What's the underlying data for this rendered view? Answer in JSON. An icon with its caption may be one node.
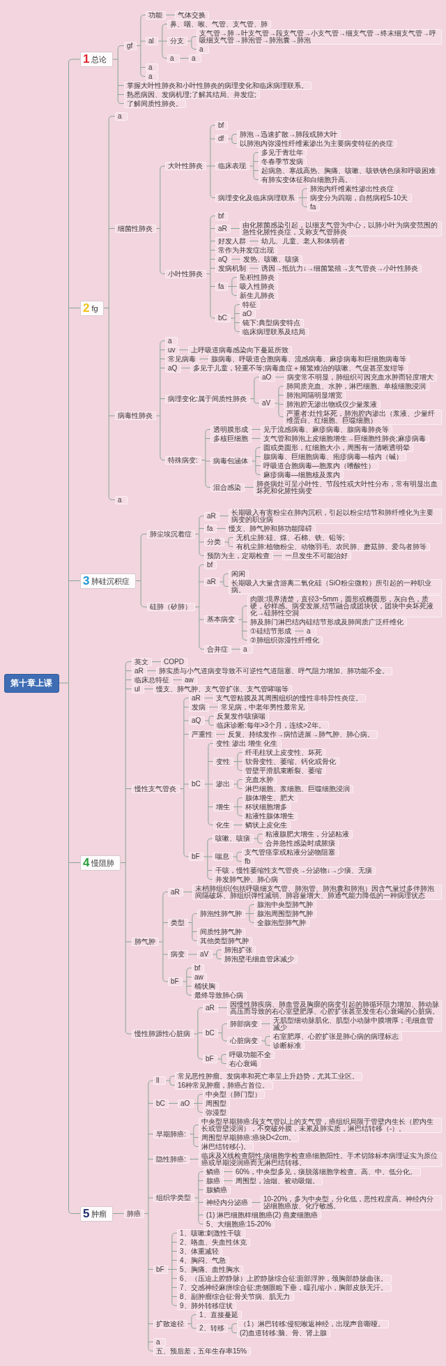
{
  "diagram": {
    "nodes": [
      {
        "text": [
          "第十章上课"
        ]
      },
      {
        "text": [
          "1",
          "总论"
        ]
      },
      {
        "text": [
          "gf"
        ]
      },
      {
        "text": [
          "功能"
        ]
      },
      {
        "text": [
          "气体交换"
        ]
      },
      {
        "text": [
          "al"
        ]
      },
      {
        "text": [
          "鼻、咽、喉、气管、支气管、肺"
        ]
      },
      {
        "text": [
          "分支"
        ]
      },
      {
        "text": [
          "支气管→肺→叶支气管→段支气管→小支气管→细支气管→终末细支气管→呼吸细支气管→肺泡管→肺泡囊→肺泡"
        ]
      },
      {
        "text": [
          "a"
        ]
      },
      {
        "text": [
          "a"
        ]
      },
      {
        "text": [
          "a"
        ]
      },
      {
        "text": [
          "a"
        ]
      },
      {
        "text": [
          "a"
        ]
      },
      {
        "text": [
          "掌握大叶性肺炎和小叶性肺炎的病理变化和临床病理联系。"
        ]
      },
      {
        "text": [
          "熟悉病因、发病机理;了解其结局、并发症;"
        ]
      },
      {
        "text": [
          "了解间质性肺炎。"
        ]
      },
      {
        "text": [
          "2",
          "fg"
        ]
      },
      {
        "text": [
          "a"
        ]
      },
      {
        "text": [
          "细菌性肺炎"
        ]
      },
      {
        "text": [
          "大叶性肺炎"
        ]
      },
      {
        "text": [
          "bf"
        ]
      },
      {
        "text": [
          "df"
        ]
      },
      {
        "text": [
          "肺泡→迅速扩散→肺段或肺大叶"
        ]
      },
      {
        "text": [
          "以肺泡内弥漫性纤维素渗出为主要病变特征的炎症"
        ]
      },
      {
        "text": [
          "临床表现"
        ]
      },
      {
        "text": [
          "多见于青壮年"
        ]
      },
      {
        "text": [
          "冬春季节发病"
        ]
      },
      {
        "text": [
          "起病急、寒战高热、胸痛、咳嗽、咳铁锈色痰和呼吸困难"
        ]
      },
      {
        "text": [
          "有肺实变体征和白细胞升高。"
        ]
      },
      {
        "text": [
          "病理变化及临床病理联系"
        ]
      },
      {
        "text": [
          "肺泡内纤维素性渗出性炎症"
        ]
      },
      {
        "text": [
          "病变分为四期，自然病程5-10天"
        ]
      },
      {
        "text": [
          "fa"
        ]
      },
      {
        "text": [
          "小叶性肺炎"
        ]
      },
      {
        "text": [
          "bf"
        ]
      },
      {
        "text": [
          "aR"
        ]
      },
      {
        "text": [
          "由化脓菌感染引起，以细支气管为中心，以肺小叶为病变范围的急性化脓性炎症，又称支气管肺炎"
        ]
      },
      {
        "text": [
          "好发人群"
        ]
      },
      {
        "text": [
          "幼儿、儿童、老人和体弱者"
        ]
      },
      {
        "text": [
          "常作为并发症出现"
        ]
      },
      {
        "text": [
          "aQ"
        ]
      },
      {
        "text": [
          "发热、咳嗽、咳痰"
        ]
      },
      {
        "text": [
          "发病机制"
        ]
      },
      {
        "text": [
          "诱因→抵抗力↓→细菌繁殖→支气管炎→小叶性肺炎"
        ]
      },
      {
        "text": [
          "fa"
        ]
      },
      {
        "text": [
          "坠积性肺炎"
        ]
      },
      {
        "text": [
          "吸入性肺炎"
        ]
      },
      {
        "text": [
          "新生儿肺炎"
        ]
      },
      {
        "text": [
          "bC"
        ]
      },
      {
        "text": [
          "特征"
        ]
      },
      {
        "text": [
          "aO"
        ]
      },
      {
        "text": [
          "镜下:典型病变特点"
        ]
      },
      {
        "text": [
          "临床病理联系及结局"
        ]
      },
      {
        "text": [
          "病毒性肺炎"
        ]
      },
      {
        "text": [
          "a"
        ]
      },
      {
        "text": [
          "uv"
        ]
      },
      {
        "text": [
          "上呼吸道病毒感染向下蔓延所致"
        ]
      },
      {
        "text": [
          "常见病毒"
        ]
      },
      {
        "text": [
          "腺病毒、呼吸道合胞病毒、流感病毒、麻疹病毒和巨细胞病毒等"
        ]
      },
      {
        "text": [
          "aQ"
        ]
      },
      {
        "text": [
          "多见于儿童，轻重不等;病毒血症＋频繁难治的咳嗽、气促甚至发绀等"
        ]
      },
      {
        "text": [
          "病理变化:属于间质性肺炎"
        ]
      },
      {
        "text": [
          "aO"
        ]
      },
      {
        "text": [
          "病变常不明显，肺组织可因充血水肿而轻度增大"
        ]
      },
      {
        "text": [
          "aV"
        ]
      },
      {
        "text": [
          "肺间质充血、水肿，淋巴细胞、单核细胞浸润"
        ]
      },
      {
        "text": [
          "肺泡间隔明显增宽"
        ]
      },
      {
        "text": [
          "肺泡腔无渗出物或仅少量浆液"
        ]
      },
      {
        "text": [
          "严重者:灶性坏死，肺泡腔内渗出（浆液、少量纤维蛋白、红细胞、巨噬细胞）"
        ]
      },
      {
        "text": [
          "特殊病变:"
        ]
      },
      {
        "text": [
          "透明膜形成"
        ]
      },
      {
        "text": [
          "见于流感病毒、麻疹病毒、腺病毒肺炎等"
        ]
      },
      {
        "text": [
          "多核巨细胞"
        ]
      },
      {
        "text": [
          "支气管和肺泡上皮细胞增生→巨细胞性肺炎;麻疹病毒"
        ]
      },
      {
        "text": [
          "病毒包涵体"
        ]
      },
      {
        "text": [
          "圆或类圆形，红细胞大小，周围有一清晰透明晕"
        ]
      },
      {
        "text": [
          "腺病毒、巨细胞病毒、疱疹病毒—核内（碱）"
        ]
      },
      {
        "text": [
          "呼吸道合胞病毒—胞浆内（嗜酸性）"
        ]
      },
      {
        "text": [
          "麻疹病毒—细胞核及浆内"
        ]
      },
      {
        "text": [
          "混合感染"
        ]
      },
      {
        "text": [
          "肺炎病灶可呈小叶性、节段性或大叶性分布，常有明显出血坏死和化脓性病变"
        ]
      },
      {
        "text": [
          "a"
        ]
      },
      {
        "text": [
          "3",
          "肺硅沉积症"
        ]
      },
      {
        "text": [
          "肺尘埃沉着症"
        ]
      },
      {
        "text": [
          "aR"
        ]
      },
      {
        "text": [
          "长期吸入有害粉尘在肺内沉积，引起以粉尘结节和肺纤维化为主要病变的职业病"
        ]
      },
      {
        "text": [
          "fa"
        ]
      },
      {
        "text": [
          "慢支、肺气肿和肺功能障碍"
        ]
      },
      {
        "text": [
          "分类"
        ]
      },
      {
        "text": [
          "无机尘肺:硅、煤、石棉、铁、铅等;"
        ]
      },
      {
        "text": [
          "有机尘肺:植物粉尘、动物羽毛、农民肺、蘑菇肺、爱鸟者肺等"
        ]
      },
      {
        "text": [
          "预防为主，定期检查"
        ]
      },
      {
        "text": [
          "一旦发生不可能治好"
        ]
      },
      {
        "text": [
          "硅肺（矽肺）"
        ]
      },
      {
        "text": [
          "bf"
        ]
      },
      {
        "text": [
          "aR"
        ]
      },
      {
        "text": [
          "闲闲"
        ]
      },
      {
        "text": [
          "长期吸入大量含游离二氧化硅（SiO粉尘微粒）所引起的一种职业病。"
        ]
      },
      {
        "text": [
          "基本病变"
        ]
      },
      {
        "text": [
          "肉眼:境界清楚，直径3~5mm，圆形或椭圆形，灰白色，质硬，砂样感。病变发展,结节融合成团块状，团块中央坏死液化→硅肺性空洞"
        ]
      },
      {
        "text": [
          "肺及肺门淋巴结内硅结节形成及肺间质广泛纤维化"
        ]
      },
      {
        "text": [
          "①硅结节形成"
        ]
      },
      {
        "text": [
          "a"
        ]
      },
      {
        "text": [
          "②肺组织弥漫性纤维化"
        ]
      },
      {
        "text": [
          "合并症"
        ]
      },
      {
        "text": [
          "a"
        ]
      },
      {
        "text": [
          "4",
          "慢阻肺"
        ]
      },
      {
        "text": [
          "英文"
        ]
      },
      {
        "text": [
          "COPD"
        ]
      },
      {
        "text": [
          "aR"
        ]
      },
      {
        "text": [
          "肺实质与小气道病变导致不可逆性气道阻塞、呼气阻力增加、肺功能不全。"
        ]
      },
      {
        "text": [
          "临床总特征"
        ]
      },
      {
        "text": [
          "aw"
        ]
      },
      {
        "text": [
          "ul"
        ]
      },
      {
        "text": [
          "慢支、肺气肿、支气管扩张、支气管哮喘等"
        ]
      },
      {
        "text": [
          "慢性支气管炎"
        ]
      },
      {
        "text": [
          "aR"
        ]
      },
      {
        "text": [
          "支气管粘膜及其周围组织的慢性非特异性炎症。"
        ]
      },
      {
        "text": [
          "发病"
        ]
      },
      {
        "text": [
          "常见病，中老年男性最常见"
        ]
      },
      {
        "text": [
          "aQ"
        ]
      },
      {
        "text": [
          "反复发作咳痰喘"
        ]
      },
      {
        "text": [
          "临床诊断:每年>3个月，连续>2年。"
        ]
      },
      {
        "text": [
          "严重性"
        ]
      },
      {
        "text": [
          "反复、持续发作→病情进展→肺气肿、肺心病。"
        ]
      },
      {
        "text": [
          "bC"
        ]
      },
      {
        "text": [
          "变性 渗出 增生 化生"
        ]
      },
      {
        "text": [
          "变性"
        ]
      },
      {
        "text": [
          "纤毛柱状上皮变性、坏死"
        ]
      },
      {
        "text": [
          "软骨变性、萎缩、钙化或骨化"
        ]
      },
      {
        "text": [
          "管壁平滑肌束断裂、萎缩"
        ]
      },
      {
        "text": [
          "渗出"
        ]
      },
      {
        "text": [
          "充血水肿"
        ]
      },
      {
        "text": [
          "淋巴细胞、浆细胞、巨噬细胞浸润"
        ]
      },
      {
        "text": [
          "增生"
        ]
      },
      {
        "text": [
          "腺体增生、肥大"
        ]
      },
      {
        "text": [
          "杯状细胞增多"
        ]
      },
      {
        "text": [
          "粘液性腺体增生"
        ]
      },
      {
        "text": [
          "化生"
        ]
      },
      {
        "text": [
          "鳞状上皮化生"
        ]
      },
      {
        "text": [
          "bF"
        ]
      },
      {
        "text": [
          "咳嗽、咳痰"
        ]
      },
      {
        "text": [
          "粘液腺肥大增生，分泌粘液"
        ]
      },
      {
        "text": [
          "合并急性感染时成脓痰"
        ]
      },
      {
        "text": [
          "喘息"
        ]
      },
      {
        "text": [
          "支气管痉挛或粘液分泌物阻塞"
        ]
      },
      {
        "text": [
          "fb"
        ]
      },
      {
        "text": [
          "干咳，慢性萎缩性支气管炎→分泌物↓→少痰、无痰"
        ]
      },
      {
        "text": [
          "并发肺气肿、肺心病"
        ]
      },
      {
        "text": [
          "肺气肿"
        ]
      },
      {
        "text": [
          "aR"
        ]
      },
      {
        "text": [
          "末梢肺组织(包括呼吸细支气管、肺泡管、肺泡囊和肺泡）因含气量过多伴肺泡间隔破坏、肺组织弹性减弱、肺容量增大、肺通气能力降低的一种病理状态"
        ]
      },
      {
        "text": [
          "类型"
        ]
      },
      {
        "text": [
          "肺泡性肺气肿"
        ]
      },
      {
        "text": [
          "腺泡中央型肺气肿"
        ]
      },
      {
        "text": [
          "腺泡周围型肺气肿"
        ]
      },
      {
        "text": [
          "全腺泡型肺气肿"
        ]
      },
      {
        "text": [
          "间质性肺气肿"
        ]
      },
      {
        "text": [
          "其他类型肺气肿"
        ]
      },
      {
        "text": [
          "病变"
        ]
      },
      {
        "text": [
          "aV"
        ]
      },
      {
        "text": [
          "肺泡扩张"
        ]
      },
      {
        "text": [
          "肺泡壁毛细血管床减少"
        ]
      },
      {
        "text": [
          "bF"
        ]
      },
      {
        "text": [
          "bf"
        ]
      },
      {
        "text": [
          "aw"
        ]
      },
      {
        "text": [
          "桶状胸"
        ]
      },
      {
        "text": [
          "最终导致肺心病"
        ]
      },
      {
        "text": [
          "慢性肺源性心脏病"
        ]
      },
      {
        "text": [
          "aR"
        ]
      },
      {
        "text": [
          "因慢性肺疾病、肺血管及胸廓的病变引起的肺循环阻力增加、肺动脉高压而导致的右心室壁肥厚、心腔扩张甚至发生右心衰竭的心脏病。"
        ]
      },
      {
        "text": [
          "bC"
        ]
      },
      {
        "text": [
          "肺部病变"
        ]
      },
      {
        "text": [
          "无肌型细动脉肌化、肌型小动脉中膜增厚；毛细血管减少"
        ]
      },
      {
        "text": [
          "心脏病变"
        ]
      },
      {
        "text": [
          "右室肥厚、心腔扩张是肺心病的病理标志"
        ]
      },
      {
        "text": [
          "诊断标准"
        ]
      },
      {
        "text": [
          "bF"
        ]
      },
      {
        "text": [
          "呼吸功能不全"
        ]
      },
      {
        "text": [
          "右心衰竭"
        ]
      },
      {
        "text": [
          "5",
          "肿瘤"
        ]
      },
      {
        "text": [
          "肺癌"
        ]
      },
      {
        "text": [
          "ll"
        ]
      },
      {
        "text": [
          "常见恶性肿瘤。发病率和死亡率呈上升趋势，尤其工业区。"
        ]
      },
      {
        "text": [
          "16种常见肿瘤，肺癌占首位。"
        ]
      },
      {
        "text": [
          "bC"
        ]
      },
      {
        "text": [
          "aO"
        ]
      },
      {
        "text": [
          "中央型（肺门型）"
        ]
      },
      {
        "text": [
          "周围型"
        ]
      },
      {
        "text": [
          "弥漫型"
        ]
      },
      {
        "text": [
          "早期肺癌:"
        ]
      },
      {
        "text": [
          "中央型早期肺癌:段支气管以上的支气管，癌组织局限于管壁内生长（腔内生长或管壁浸润），不突破外膜，未累及肺实质，淋巴结转移（-）。"
        ]
      },
      {
        "text": [
          "周围型早期肺癌:癌块D<2cm。"
        ]
      },
      {
        "text": [
          "淋巴结转移(-)。"
        ]
      },
      {
        "text": [
          "隐性肺癌:"
        ]
      },
      {
        "text": [
          "临床及X线检查阴性,痰细胞学检查癌细胞阳性。手术切除标本病理证实为原位癌或早期浸润癌而无淋巴结转移。"
        ]
      },
      {
        "text": [
          "组织学类型"
        ]
      },
      {
        "text": [
          "鳞癌"
        ]
      },
      {
        "text": [
          "60%，中央型多见，痰脱落细胞学检查。高、中、低分化。"
        ]
      },
      {
        "text": [
          "腺癌"
        ]
      },
      {
        "text": [
          "周围型，油烟、被动吸烟。"
        ]
      },
      {
        "text": [
          "腺鳞癌"
        ]
      },
      {
        "text": [
          "神经内分泌癌"
        ]
      },
      {
        "text": [
          "10-20%，多为中央型，分化低，恶性程度高。神经内分泌细胞癌放、化疗敏感。"
        ]
      },
      {
        "text": [
          "(1) 淋巴细胞样细胞癌(2) 燕麦细胞癌"
        ]
      },
      {
        "text": [
          "5、大细胞癌:15-20%"
        ]
      },
      {
        "text": [
          "bF"
        ]
      },
      {
        "text": [
          "1、咳嗽:刺激性干咳"
        ]
      },
      {
        "text": [
          "2、咯血、失血性休克"
        ]
      },
      {
        "text": [
          "3、体重减轻"
        ]
      },
      {
        "text": [
          "4、胸闷、气急"
        ]
      },
      {
        "text": [
          "5、胸痛、血性胸水"
        ]
      },
      {
        "text": [
          "6、（压迫上腔静脉）上腔静脉综合征:面部浮肿，颈胸部静脉曲张。"
        ]
      },
      {
        "text": [
          "7、交感神经麻痹综合征:患侧眼睑下垂，瞳孔缩小，胸部皮肤无汗。"
        ]
      },
      {
        "text": [
          "8、副肿瘤综合征:骨关节病、肌无力"
        ]
      },
      {
        "text": [
          "9、肺外转移症状"
        ]
      },
      {
        "text": [
          "扩散途径"
        ]
      },
      {
        "text": [
          "1、直接蔓延"
        ]
      },
      {
        "text": [
          "2、转移"
        ]
      },
      {
        "text": [
          "（1）淋巴转移:侵犯喉返神经，出现声音嘶哑。"
        ]
      },
      {
        "text": [
          "(2)血道转移:脑、骨、肾上腺"
        ]
      },
      {
        "text": [
          "a"
        ]
      },
      {
        "text": [
          "五、预后差，五年生存率15%"
        ]
      }
    ],
    "edges": [
      {
        "from": 0,
        "to": 1,
        "arrow": "none"
      },
      {
        "from": 1,
        "to": 2,
        "arrow": "none"
      },
      {
        "from": 2,
        "to": 3,
        "arrow": "none"
      },
      {
        "from": 3,
        "to": 4,
        "arrow": "none"
      },
      {
        "from": 2,
        "to": 5,
        "arrow": "none"
      },
      {
        "from": 5,
        "to": 6,
        "arrow": "none"
      },
      {
        "from": 5,
        "to": 7,
        "arrow": "none"
      },
      {
        "from": 7,
        "to": 8,
        "arrow": "none"
      },
      {
        "from": 7,
        "to": 9,
        "arrow": "none"
      },
      {
        "from": 5,
        "to": 10,
        "arrow": "none"
      },
      {
        "from": 10,
        "to": 11,
        "arrow": "none"
      },
      {
        "from": 2,
        "to": 12,
        "arrow": "none"
      },
      {
        "from": 2,
        "to": 13,
        "arrow": "none"
      },
      {
        "from": 1,
        "to": 14,
        "arrow": "none"
      },
      {
        "from": 1,
        "to": 15,
        "arrow": "none"
      },
      {
        "from": 1,
        "to": 16,
        "arrow": "none"
      },
      {
        "from": 0,
        "to": 17,
        "arrow": "none"
      },
      {
        "from": 17,
        "to": 18,
        "arrow": "none"
      },
      {
        "from": 17,
        "to": 19,
        "arrow": "none"
      },
      {
        "from": 19,
        "to": 20,
        "arrow": "none"
      },
      {
        "from": 20,
        "to": 21,
        "arrow": "none"
      },
      {
        "from": 20,
        "to": 22,
        "arrow": "none"
      },
      {
        "from": 22,
        "to": 23,
        "arrow": "none"
      },
      {
        "from": 22,
        "to": 24,
        "arrow": "none"
      },
      {
        "from": 20,
        "to": 25,
        "arrow": "none"
      },
      {
        "from": 25,
        "to": 26,
        "arrow": "none"
      },
      {
        "from": 25,
        "to": 27,
        "arrow": "none"
      },
      {
        "from": 25,
        "to": 28,
        "arrow": "none"
      },
      {
        "from": 25,
        "to": 29,
        "arrow": "none"
      },
      {
        "from": 20,
        "to": 30,
        "arrow": "none"
      },
      {
        "from": 30,
        "to": 31,
        "arrow": "none"
      },
      {
        "from": 30,
        "to": 32,
        "arrow": "none"
      },
      {
        "from": 30,
        "to": 33,
        "arrow": "none"
      },
      {
        "from": 19,
        "to": 34,
        "arrow": "none"
      },
      {
        "from": 34,
        "to": 35,
        "arrow": "none"
      },
      {
        "from": 34,
        "to": 36,
        "arrow": "none"
      },
      {
        "from": 36,
        "to": 37,
        "arrow": "none"
      },
      {
        "from": 34,
        "to": 38,
        "arrow": "none"
      },
      {
        "from": 38,
        "to": 39,
        "arrow": "none"
      },
      {
        "from": 34,
        "to": 40,
        "arrow": "none"
      },
      {
        "from": 34,
        "to": 41,
        "arrow": "none"
      },
      {
        "from": 41,
        "to": 42,
        "arrow": "none"
      },
      {
        "from": 34,
        "to": 43,
        "arrow": "none"
      },
      {
        "from": 43,
        "to": 44,
        "arrow": "none"
      },
      {
        "from": 34,
        "to": 45,
        "arrow": "none"
      },
      {
        "from": 45,
        "to": 46,
        "arrow": "none"
      },
      {
        "from": 45,
        "to": 47,
        "arrow": "none"
      },
      {
        "from": 45,
        "to": 48,
        "arrow": "none"
      },
      {
        "from": 34,
        "to": 49,
        "arrow": "none"
      },
      {
        "from": 49,
        "to": 50,
        "arrow": "none"
      },
      {
        "from": 49,
        "to": 51,
        "arrow": "none"
      },
      {
        "from": 49,
        "to": 52,
        "arrow": "none"
      },
      {
        "from": 49,
        "to": 53,
        "arrow": "none"
      },
      {
        "from": 17,
        "to": 54,
        "arrow": "none"
      },
      {
        "from": 54,
        "to": 55,
        "arrow": "none"
      },
      {
        "from": 54,
        "to": 56,
        "arrow": "none"
      },
      {
        "from": 56,
        "to": 57,
        "arrow": "none"
      },
      {
        "from": 54,
        "to": 58,
        "arrow": "none"
      },
      {
        "from": 58,
        "to": 59,
        "arrow": "none"
      },
      {
        "from": 54,
        "to": 60,
        "arrow": "none"
      },
      {
        "from": 60,
        "to": 61,
        "arrow": "none"
      },
      {
        "from": 54,
        "to": 62,
        "arrow": "none"
      },
      {
        "from": 62,
        "to": 63,
        "arrow": "none"
      },
      {
        "from": 63,
        "to": 64,
        "arrow": "none"
      },
      {
        "from": 62,
        "to": 65,
        "arrow": "none"
      },
      {
        "from": 65,
        "to": 66,
        "arrow": "none"
      },
      {
        "from": 65,
        "to": 67,
        "arrow": "none"
      },
      {
        "from": 65,
        "to": 68,
        "arrow": "none"
      },
      {
        "from": 65,
        "to": 69,
        "arrow": "none"
      },
      {
        "from": 54,
        "to": 70,
        "arrow": "none"
      },
      {
        "from": 70,
        "to": 71,
        "arrow": "none"
      },
      {
        "from": 71,
        "to": 72,
        "arrow": "none"
      },
      {
        "from": 70,
        "to": 73,
        "arrow": "none"
      },
      {
        "from": 73,
        "to": 74,
        "arrow": "none"
      },
      {
        "from": 70,
        "to": 75,
        "arrow": "none"
      },
      {
        "from": 75,
        "to": 76,
        "arrow": "none"
      },
      {
        "from": 75,
        "to": 77,
        "arrow": "none"
      },
      {
        "from": 75,
        "to": 78,
        "arrow": "none"
      },
      {
        "from": 75,
        "to": 79,
        "arrow": "none"
      },
      {
        "from": 70,
        "to": 80,
        "arrow": "none"
      },
      {
        "from": 80,
        "to": 81,
        "arrow": "none"
      },
      {
        "from": 17,
        "to": 82,
        "arrow": "none"
      },
      {
        "from": 0,
        "to": 83,
        "arrow": "none"
      },
      {
        "from": 83,
        "to": 84,
        "arrow": "none"
      },
      {
        "from": 84,
        "to": 85,
        "arrow": "none"
      },
      {
        "from": 85,
        "to": 86,
        "arrow": "none"
      },
      {
        "from": 84,
        "to": 87,
        "arrow": "none"
      },
      {
        "from": 87,
        "to": 88,
        "arrow": "none"
      },
      {
        "from": 84,
        "to": 89,
        "arrow": "none"
      },
      {
        "from": 89,
        "to": 90,
        "arrow": "none"
      },
      {
        "from": 89,
        "to": 91,
        "arrow": "none"
      },
      {
        "from": 84,
        "to": 92,
        "arrow": "none"
      },
      {
        "from": 92,
        "to": 93,
        "arrow": "none"
      },
      {
        "from": 83,
        "to": 94,
        "arrow": "none"
      },
      {
        "from": 94,
        "to": 95,
        "arrow": "none"
      },
      {
        "from": 94,
        "to": 96,
        "arrow": "none"
      },
      {
        "from": 96,
        "to": 97,
        "arrow": "none"
      },
      {
        "from": 96,
        "to": 98,
        "arrow": "none"
      },
      {
        "from": 94,
        "to": 99,
        "arrow": "none"
      },
      {
        "from": 99,
        "to": 100,
        "arrow": "none"
      },
      {
        "from": 99,
        "to": 101,
        "arrow": "none"
      },
      {
        "from": 99,
        "to": 102,
        "arrow": "none"
      },
      {
        "from": 102,
        "to": 103,
        "arrow": "none"
      },
      {
        "from": 99,
        "to": 104,
        "arrow": "none"
      },
      {
        "from": 94,
        "to": 105,
        "arrow": "none"
      },
      {
        "from": 105,
        "to": 106,
        "arrow": "none"
      },
      {
        "from": 0,
        "to": 107,
        "arrow": "none"
      },
      {
        "from": 107,
        "to": 108,
        "arrow": "none"
      },
      {
        "from": 108,
        "to": 109,
        "arrow": "none"
      },
      {
        "from": 107,
        "to": 110,
        "arrow": "none"
      },
      {
        "from": 110,
        "to": 111,
        "arrow": "none"
      },
      {
        "from": 107,
        "to": 112,
        "arrow": "none"
      },
      {
        "from": 112,
        "to": 113,
        "arrow": "none"
      },
      {
        "from": 107,
        "to": 114,
        "arrow": "none"
      },
      {
        "from": 114,
        "to": 115,
        "arrow": "none"
      },
      {
        "from": 107,
        "to": 116,
        "arrow": "none"
      },
      {
        "from": 116,
        "to": 117,
        "arrow": "none"
      },
      {
        "from": 117,
        "to": 118,
        "arrow": "none"
      },
      {
        "from": 116,
        "to": 119,
        "arrow": "none"
      },
      {
        "from": 119,
        "to": 120,
        "arrow": "none"
      },
      {
        "from": 116,
        "to": 121,
        "arrow": "none"
      },
      {
        "from": 121,
        "to": 122,
        "arrow": "none"
      },
      {
        "from": 121,
        "to": 123,
        "arrow": "none"
      },
      {
        "from": 116,
        "to": 124,
        "arrow": "none"
      },
      {
        "from": 124,
        "to": 125,
        "arrow": "none"
      },
      {
        "from": 116,
        "to": 126,
        "arrow": "none"
      },
      {
        "from": 126,
        "to": 127,
        "arrow": "none"
      },
      {
        "from": 126,
        "to": 128,
        "arrow": "none"
      },
      {
        "from": 128,
        "to": 129,
        "arrow": "none"
      },
      {
        "from": 128,
        "to": 130,
        "arrow": "none"
      },
      {
        "from": 128,
        "to": 131,
        "arrow": "none"
      },
      {
        "from": 126,
        "to": 132,
        "arrow": "none"
      },
      {
        "from": 132,
        "to": 133,
        "arrow": "none"
      },
      {
        "from": 132,
        "to": 134,
        "arrow": "none"
      },
      {
        "from": 126,
        "to": 135,
        "arrow": "none"
      },
      {
        "from": 135,
        "to": 136,
        "arrow": "none"
      },
      {
        "from": 135,
        "to": 137,
        "arrow": "none"
      },
      {
        "from": 135,
        "to": 138,
        "arrow": "none"
      },
      {
        "from": 126,
        "to": 139,
        "arrow": "none"
      },
      {
        "from": 139,
        "to": 140,
        "arrow": "none"
      },
      {
        "from": 116,
        "to": 141,
        "arrow": "none"
      },
      {
        "from": 141,
        "to": 142,
        "arrow": "none"
      },
      {
        "from": 142,
        "to": 143,
        "arrow": "none"
      },
      {
        "from": 142,
        "to": 144,
        "arrow": "none"
      },
      {
        "from": 141,
        "to": 145,
        "arrow": "none"
      },
      {
        "from": 145,
        "to": 146,
        "arrow": "none"
      },
      {
        "from": 145,
        "to": 147,
        "arrow": "none"
      },
      {
        "from": 141,
        "to": 148,
        "arrow": "none"
      },
      {
        "from": 141,
        "to": 149,
        "arrow": "none"
      },
      {
        "from": 107,
        "to": 150,
        "arrow": "none"
      },
      {
        "from": 150,
        "to": 151,
        "arrow": "none"
      },
      {
        "from": 151,
        "to": 152,
        "arrow": "none"
      },
      {
        "from": 150,
        "to": 153,
        "arrow": "none"
      },
      {
        "from": 153,
        "to": 154,
        "arrow": "none"
      },
      {
        "from": 154,
        "to": 155,
        "arrow": "none"
      },
      {
        "from": 154,
        "to": 156,
        "arrow": "none"
      },
      {
        "from": 154,
        "to": 157,
        "arrow": "none"
      },
      {
        "from": 153,
        "to": 158,
        "arrow": "none"
      },
      {
        "from": 153,
        "to": 159,
        "arrow": "none"
      },
      {
        "from": 150,
        "to": 160,
        "arrow": "none"
      },
      {
        "from": 160,
        "to": 161,
        "arrow": "none"
      },
      {
        "from": 161,
        "to": 162,
        "arrow": "none"
      },
      {
        "from": 161,
        "to": 163,
        "arrow": "none"
      },
      {
        "from": 150,
        "to": 164,
        "arrow": "none"
      },
      {
        "from": 164,
        "to": 165,
        "arrow": "none"
      },
      {
        "from": 164,
        "to": 166,
        "arrow": "none"
      },
      {
        "from": 164,
        "to": 167,
        "arrow": "none"
      },
      {
        "from": 164,
        "to": 168,
        "arrow": "none"
      },
      {
        "from": 107,
        "to": 169,
        "arrow": "none"
      },
      {
        "from": 169,
        "to": 170,
        "arrow": "none"
      },
      {
        "from": 170,
        "to": 171,
        "arrow": "none"
      },
      {
        "from": 169,
        "to": 172,
        "arrow": "none"
      },
      {
        "from": 172,
        "to": 173,
        "arrow": "none"
      },
      {
        "from": 173,
        "to": 174,
        "arrow": "none"
      },
      {
        "from": 172,
        "to": 175,
        "arrow": "none"
      },
      {
        "from": 175,
        "to": 176,
        "arrow": "none"
      },
      {
        "from": 175,
        "to": 177,
        "arrow": "none"
      },
      {
        "from": 169,
        "to": 178,
        "arrow": "none"
      },
      {
        "from": 178,
        "to": 179,
        "arrow": "none"
      },
      {
        "from": 178,
        "to": 180,
        "arrow": "none"
      },
      {
        "from": 0,
        "to": 181,
        "arrow": "none"
      },
      {
        "from": 181,
        "to": 182,
        "arrow": "none"
      },
      {
        "from": 182,
        "to": 183,
        "arrow": "none"
      },
      {
        "from": 183,
        "to": 184,
        "arrow": "none"
      },
      {
        "from": 183,
        "to": 185,
        "arrow": "none"
      },
      {
        "from": 182,
        "to": 186,
        "arrow": "none"
      },
      {
        "from": 186,
        "to": 187,
        "arrow": "none"
      },
      {
        "from": 187,
        "to": 188,
        "arrow": "none"
      },
      {
        "from": 187,
        "to": 189,
        "arrow": "none"
      },
      {
        "from": 187,
        "to": 190,
        "arrow": "none"
      },
      {
        "from": 182,
        "to": 191,
        "arrow": "none"
      },
      {
        "from": 191,
        "to": 192,
        "arrow": "none"
      },
      {
        "from": 191,
        "to": 193,
        "arrow": "none"
      },
      {
        "from": 191,
        "to": 194,
        "arrow": "none"
      },
      {
        "from": 182,
        "to": 195,
        "arrow": "none"
      },
      {
        "from": 195,
        "to": 196,
        "arrow": "none"
      },
      {
        "from": 182,
        "to": 197,
        "arrow": "none"
      },
      {
        "from": 197,
        "to": 198,
        "arrow": "none"
      },
      {
        "from": 198,
        "to": 199,
        "arrow": "none"
      },
      {
        "from": 197,
        "to": 200,
        "arrow": "none"
      },
      {
        "from": 200,
        "to": 201,
        "arrow": "none"
      },
      {
        "from": 197,
        "to": 202,
        "arrow": "none"
      },
      {
        "from": 197,
        "to": 203,
        "arrow": "none"
      },
      {
        "from": 203,
        "to": 204,
        "arrow": "none"
      },
      {
        "from": 197,
        "to": 205,
        "arrow": "none"
      },
      {
        "from": 197,
        "to": 206,
        "arrow": "none"
      },
      {
        "from": 182,
        "to": 207,
        "arrow": "none"
      },
      {
        "from": 207,
        "to": 208,
        "arrow": "none"
      },
      {
        "from": 207,
        "to": 209,
        "arrow": "none"
      },
      {
        "from": 207,
        "to": 210,
        "arrow": "none"
      },
      {
        "from": 207,
        "to": 211,
        "arrow": "none"
      },
      {
        "from": 207,
        "to": 212,
        "arrow": "none"
      },
      {
        "from": 207,
        "to": 213,
        "arrow": "none"
      },
      {
        "from": 207,
        "to": 214,
        "arrow": "none"
      },
      {
        "from": 207,
        "to": 215,
        "arrow": "none"
      },
      {
        "from": 207,
        "to": 216,
        "arrow": "none"
      },
      {
        "from": 182,
        "to": 217,
        "arrow": "none"
      },
      {
        "from": 217,
        "to": 218,
        "arrow": "none"
      },
      {
        "from": 217,
        "to": 219,
        "arrow": "none"
      },
      {
        "from": 219,
        "to": 220,
        "arrow": "none"
      },
      {
        "from": 219,
        "to": 221,
        "arrow": "none"
      },
      {
        "from": 182,
        "to": 222,
        "arrow": "none"
      },
      {
        "from": 182,
        "to": 223,
        "arrow": "none"
      }
    ]
  }
}
